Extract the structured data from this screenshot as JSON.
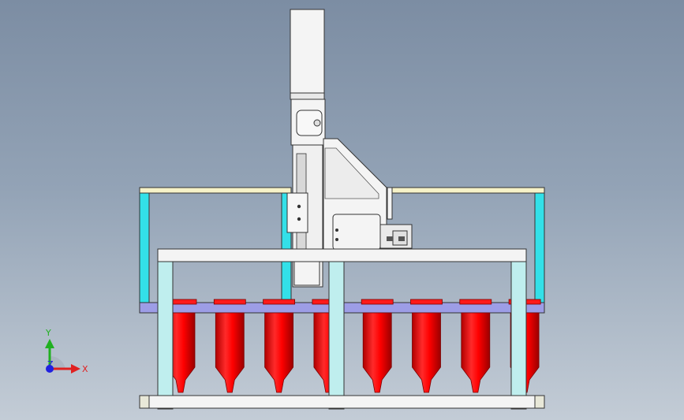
{
  "triad": {
    "x_label": "X",
    "y_label": "Y",
    "z_label": "Z",
    "x_color": "#e02020",
    "y_color": "#20b020",
    "z_color": "#2020e0"
  },
  "colors": {
    "background_top": "#7c8da3",
    "background_bottom": "#c3ccd6",
    "frame_white": "#f4f4f4",
    "cyan_post": "#bfeeee",
    "cyan_bright": "#33e0e8",
    "yellow_rail": "#f6f2c8",
    "purple_rail": "#9d9de6",
    "cartridge_red": "#ff0000",
    "outline": "#333333"
  },
  "cartridges": {
    "count": 8
  }
}
